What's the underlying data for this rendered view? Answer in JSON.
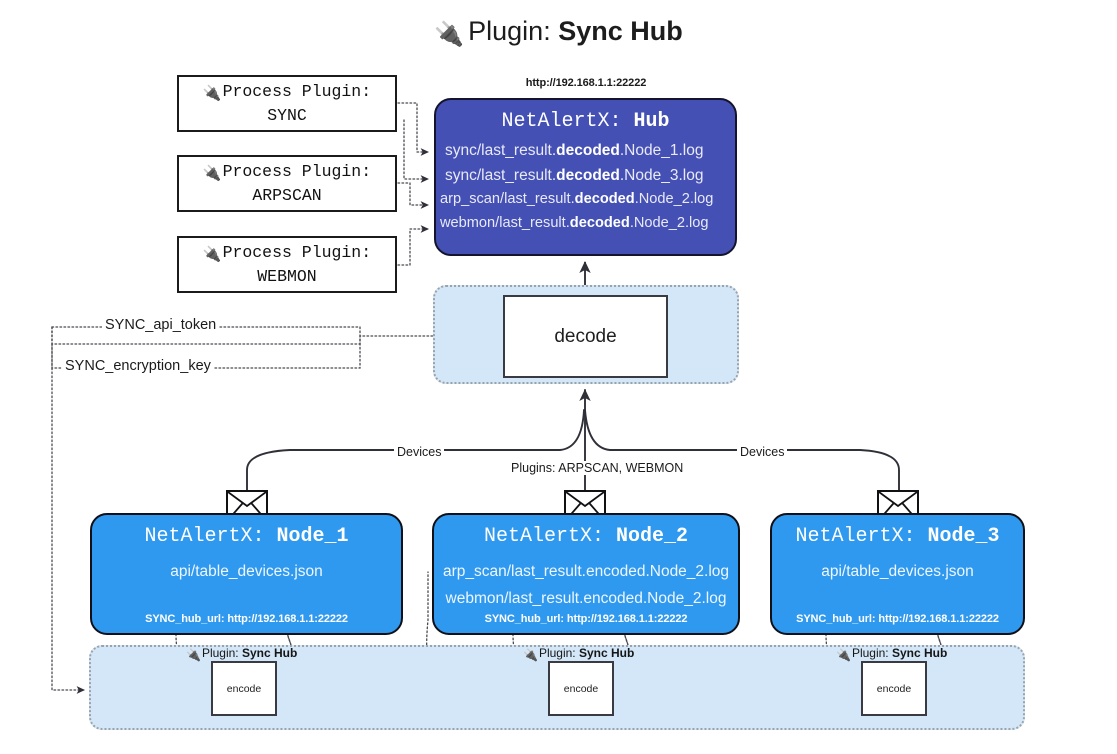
{
  "header": {
    "icon": "plug-icon",
    "prefix": "Plugin: ",
    "name": "Sync Hub",
    "plug_glyph": "🔌"
  },
  "process_plugins": [
    {
      "line1": "Process Plugin:",
      "line2": "SYNC"
    },
    {
      "line1": "Process Plugin:",
      "line2": "ARPSCAN"
    },
    {
      "line1": "Process Plugin:",
      "line2": "WEBMON"
    }
  ],
  "hub": {
    "url": "http://192.168.1.1:22222",
    "title_prefix": "NetAlertX: ",
    "title_name": "Hub",
    "lines": [
      {
        "pre": "sync/last_result.",
        "bold": "decoded",
        "post": ".Node_1.log"
      },
      {
        "pre": "sync/last_result.",
        "bold": "decoded",
        "post": ".Node_3.log"
      },
      {
        "pre": "arp_scan/last_result.",
        "bold": "decoded",
        "post": ".Node_2.log"
      },
      {
        "pre": "webmon/last_result.",
        "bold": "decoded",
        "post": ".Node_2.log"
      }
    ]
  },
  "decode": {
    "label": "decode"
  },
  "tokens": {
    "api_token": "SYNC_api_token",
    "encryption_key": "SYNC_encryption_key"
  },
  "edge_labels": {
    "devices_left": "Devices",
    "plugins_center": "Plugins: ARPSCAN, WEBMON",
    "devices_right": "Devices"
  },
  "nodes": [
    {
      "title_prefix": "NetAlertX: ",
      "title_name": "Node_1",
      "lines": [
        "api/table_devices.json"
      ],
      "footer": "SYNC_hub_url: http://192.168.1.1:22222"
    },
    {
      "title_prefix": "NetAlertX: ",
      "title_name": "Node_2",
      "lines": [
        "arp_scan/last_result.encoded.Node_2.log",
        "webmon/last_result.encoded.Node_2.log"
      ],
      "footer": "SYNC_hub_url: http://192.168.1.1:22222"
    },
    {
      "title_prefix": "NetAlertX: ",
      "title_name": "Node_3",
      "lines": [
        "api/table_devices.json"
      ],
      "footer": "SYNC_hub_url: http://192.168.1.1:22222"
    }
  ],
  "encoders": [
    {
      "label_prefix": "Plugin: ",
      "label_name": "Sync Hub",
      "box": "encode"
    },
    {
      "label_prefix": "Plugin: ",
      "label_name": "Sync Hub",
      "box": "encode"
    },
    {
      "label_prefix": "Plugin: ",
      "label_name": "Sync Hub",
      "box": "encode"
    }
  ],
  "colors": {
    "hub_fill": "#4450b4",
    "node_fill": "#2f99f0",
    "band_fill": "#d4e7f8",
    "band_border": "#9aa3ab",
    "stroke": "#3a3a42",
    "page_bg": "#ffffff"
  }
}
